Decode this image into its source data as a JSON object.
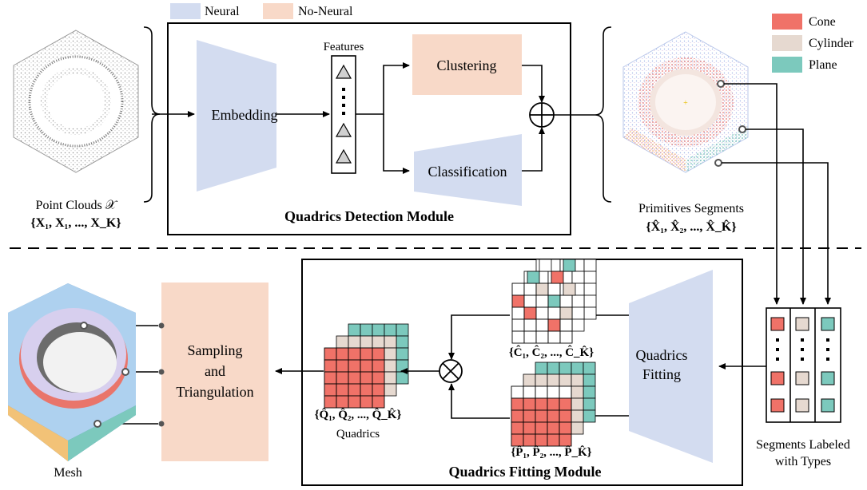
{
  "legend_top": {
    "neural": "Neural",
    "no_neural": "No-Neural",
    "neural_color": "#d3dcf0",
    "no_neural_color": "#f8d9c8"
  },
  "legend_types": {
    "cone": "Cone",
    "cylinder": "Cylinder",
    "plane": "Plane",
    "cone_color": "#f07268",
    "cylinder_color": "#e6d9d0",
    "plane_color": "#7cc9bd"
  },
  "detection_module": {
    "title": "Quadrics Detection Module",
    "embedding": "Embedding",
    "features": "Features",
    "clustering": "Clustering",
    "classification": "Classification"
  },
  "input": {
    "label": "Point Clouds 𝒳",
    "formula": "{X₁, X₁, ..., X_K}"
  },
  "segments": {
    "label": "Primitives Segments",
    "formula": "{X̂₁, X̂₂, ..., X̂_K̂}"
  },
  "fitting_module": {
    "title": "Quadrics Fitting Module",
    "fitting_line1": "Quadrics",
    "fitting_line2": "Fitting",
    "c_formula": "{Ĉ₁, Ĉ₂, ..., Ĉ_K̂}",
    "p_formula": "{P̂₁, P̂₂, ..., P̂_K̂}",
    "q_formula": "{Q̂₁, Q̂₂, ..., Q̂_K̂}",
    "quadrics_label": "Quadrics"
  },
  "sampling": {
    "line1": "Sampling",
    "line2": "and",
    "line3": "Triangulation"
  },
  "labeled": {
    "line1": "Segments Labeled",
    "line2": "with Types"
  },
  "mesh": {
    "label": "Mesh"
  }
}
